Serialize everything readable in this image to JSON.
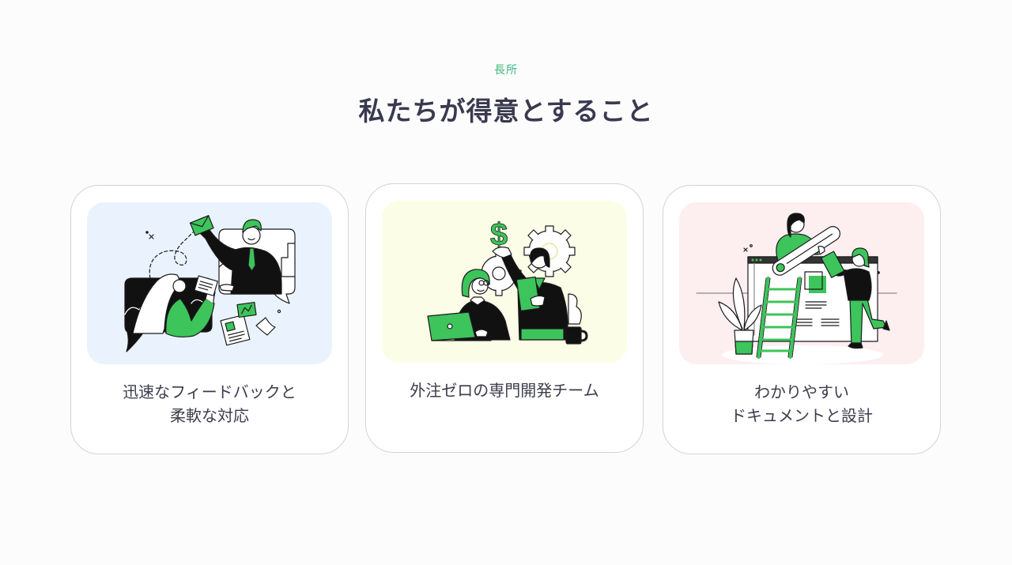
{
  "section": {
    "eyebrow": "長所",
    "title": "私たちが得意とすること"
  },
  "cards": [
    {
      "id": "feedback",
      "lines": [
        "迅速なフィードバックと",
        "柔軟な対応"
      ],
      "illustration": "feedback-communication-illustration",
      "bg": "#eaf3fd"
    },
    {
      "id": "team",
      "lines": [
        "外注ゼロの専門開発チーム"
      ],
      "illustration": "in-house-team-illustration",
      "bg": "#fcfde6",
      "dollar_glyph": "$"
    },
    {
      "id": "docs",
      "lines": [
        "わかりやすい",
        "ドキュメントと設計"
      ],
      "illustration": "documentation-design-illustration",
      "bg": "#fdeef0"
    }
  ],
  "colors": {
    "accent_green": "#3dc45a",
    "eyebrow": "#3dba7a",
    "title": "#393a4f",
    "body_text": "#3c3c4c",
    "card_border": "#d4d4d9",
    "ink": "#1b1b1f"
  }
}
